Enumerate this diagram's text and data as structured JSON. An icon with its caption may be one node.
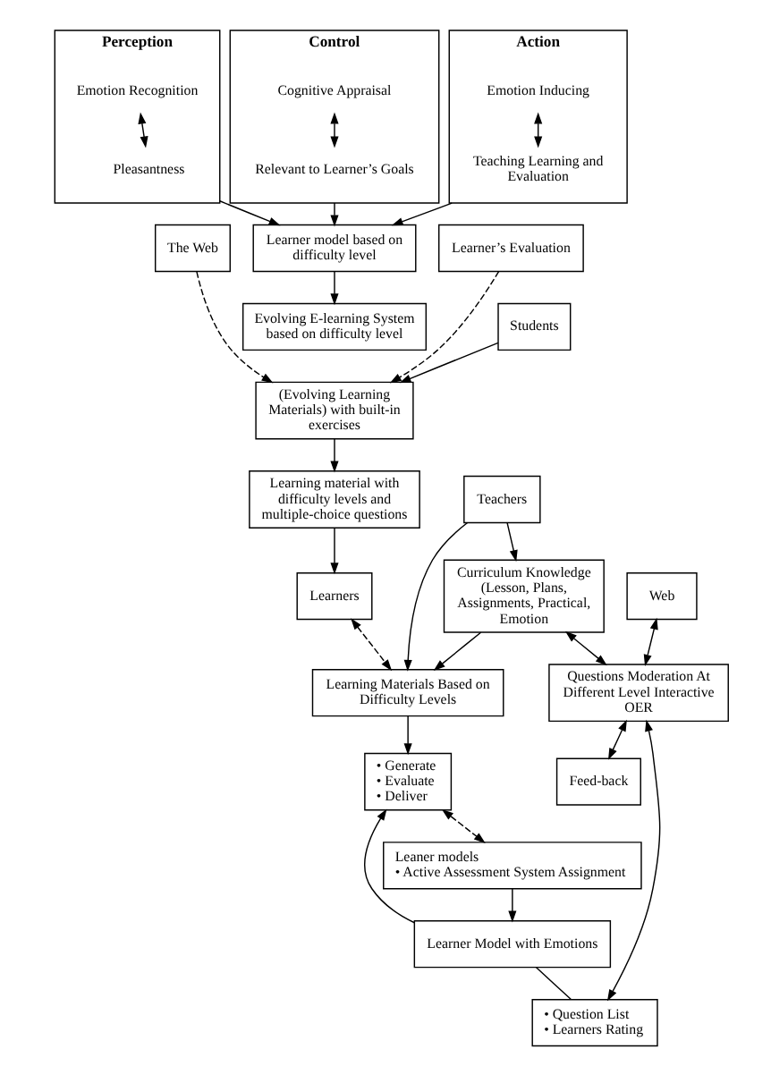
{
  "diagram": {
    "nodes": [
      {
        "text": [
          "Perception"
        ]
      },
      {
        "text": [
          "Emotion Recognition"
        ],
        "in": 0
      },
      {
        "text": [
          "Pleasantness"
        ],
        "in": 0
      },
      {
        "text": [
          "Control"
        ]
      },
      {
        "text": [
          "Cognitive Appraisal"
        ],
        "in": 3
      },
      {
        "text": [
          "Relevant to Learner’s Goals"
        ],
        "in": 3
      },
      {
        "text": [
          "Action"
        ]
      },
      {
        "text": [
          "Emotion Inducing"
        ],
        "in": 6
      },
      {
        "text": [
          "Teaching Learning and Evaluation"
        ],
        "in": 6
      },
      {
        "text": [
          "The Web"
        ]
      },
      {
        "text": [
          "Learner model based on difficulty level"
        ]
      },
      {
        "text": [
          "Learner’s Evaluation"
        ]
      },
      {
        "text": [
          "Evolving E-learning System based on difficulty level"
        ]
      },
      {
        "text": [
          "Students"
        ]
      },
      {
        "text": [
          "(Evolving Learning Materials) with built-in exercises"
        ]
      },
      {
        "text": [
          "Learning material with difficulty levels and multiple-choice questions"
        ]
      },
      {
        "text": [
          "Teachers"
        ]
      },
      {
        "text": [
          "Learners"
        ]
      },
      {
        "text": [
          "Leaner models",
          "• Active Assessment System Assignment"
        ]
      },
      {
        "text": [
          "Curriculum Knowledge (Lesson, Plans, Assignments, Practical, Emotion"
        ]
      },
      {
        "text": [
          "Learning Materials Based on Difficulty Levels"
        ]
      },
      {
        "text": [
          "Learner Model with Emotions"
        ]
      },
      {
        "text": [
          "• Generate",
          "• Evaluate",
          "• Deliver"
        ]
      },
      {
        "text": [
          "Questions Moderation At Different Level Interactive OER"
        ]
      },
      {
        "text": [
          "Web"
        ]
      },
      {
        "text": [
          "• Question List",
          "• Learners Rating"
        ]
      },
      {
        "text": [
          "Feed-back"
        ]
      }
    ],
    "edges": [
      {
        "from": 1,
        "to": 2,
        "arrow": "both"
      },
      {
        "from": 4,
        "to": 5,
        "arrow": "both"
      },
      {
        "from": 7,
        "to": 8,
        "arrow": "both"
      },
      {
        "from": 0,
        "to": 10,
        "arrow": "to"
      },
      {
        "from": 3,
        "to": 10,
        "arrow": "to"
      },
      {
        "from": 6,
        "to": 10,
        "arrow": "to"
      },
      {
        "from": 10,
        "to": 12,
        "arrow": "to"
      },
      {
        "from": 9,
        "to": 14,
        "arrow": "to",
        "style": "dashed"
      },
      {
        "from": 11,
        "to": 14,
        "arrow": "to",
        "style": "dashed"
      },
      {
        "from": 13,
        "to": 14,
        "arrow": "to"
      },
      {
        "from": 14,
        "to": 15,
        "arrow": "to"
      },
      {
        "from": 15,
        "to": 17,
        "arrow": "to"
      },
      {
        "from": 16,
        "to": 19,
        "arrow": "to"
      },
      {
        "from": 16,
        "to": 20,
        "arrow": "to"
      },
      {
        "from": 17,
        "to": 20,
        "arrow": "both",
        "style": "dashed"
      },
      {
        "from": 19,
        "to": 20,
        "arrow": "to"
      },
      {
        "from": 22,
        "to": 18,
        "arrow": "both",
        "style": "dashed"
      },
      {
        "from": 18,
        "to": 21,
        "arrow": "to"
      },
      {
        "from": 20,
        "to": 22,
        "arrow": "to"
      },
      {
        "from": 21,
        "to": 22,
        "arrow": "to"
      },
      {
        "from": 21,
        "to": 25,
        "arrow": "none"
      },
      {
        "from": 19,
        "to": 23,
        "arrow": "both"
      },
      {
        "from": 24,
        "to": 23,
        "arrow": "both"
      },
      {
        "from": 23,
        "to": 25,
        "arrow": "both"
      },
      {
        "from": 23,
        "to": 26,
        "arrow": "both"
      }
    ]
  }
}
